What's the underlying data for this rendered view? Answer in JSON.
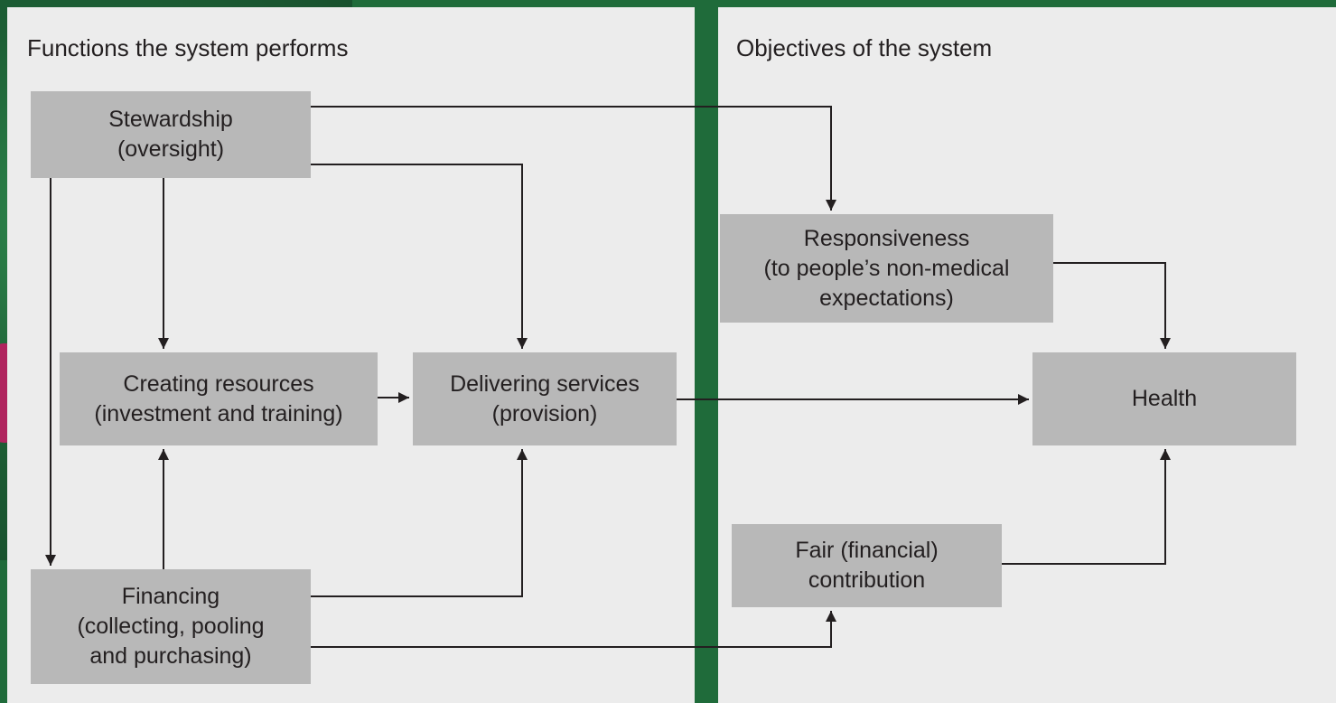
{
  "panels": {
    "left_title": "Functions the system performs",
    "right_title": "Objectives of the system"
  },
  "boxes": {
    "stewardship": {
      "line1": "Stewardship",
      "line2": "(oversight)"
    },
    "creating": {
      "line1": "Creating resources",
      "line2": "(investment and training)"
    },
    "delivering": {
      "line1": "Delivering services",
      "line2": "(provision)"
    },
    "financing": {
      "line1": "Financing",
      "line2": "(collecting, pooling",
      "line3": "and purchasing)"
    },
    "responsiveness": {
      "line1": "Responsiveness",
      "line2": "(to people’s non-medical",
      "line3": "expectations)"
    },
    "health": {
      "line1": "Health"
    },
    "fair": {
      "line1": "Fair (financial)",
      "line2": "contribution"
    }
  },
  "colors": {
    "panel": "#ececec",
    "box": "#b8b8b8",
    "line": "#231f20",
    "background": "#1f6b3a"
  }
}
